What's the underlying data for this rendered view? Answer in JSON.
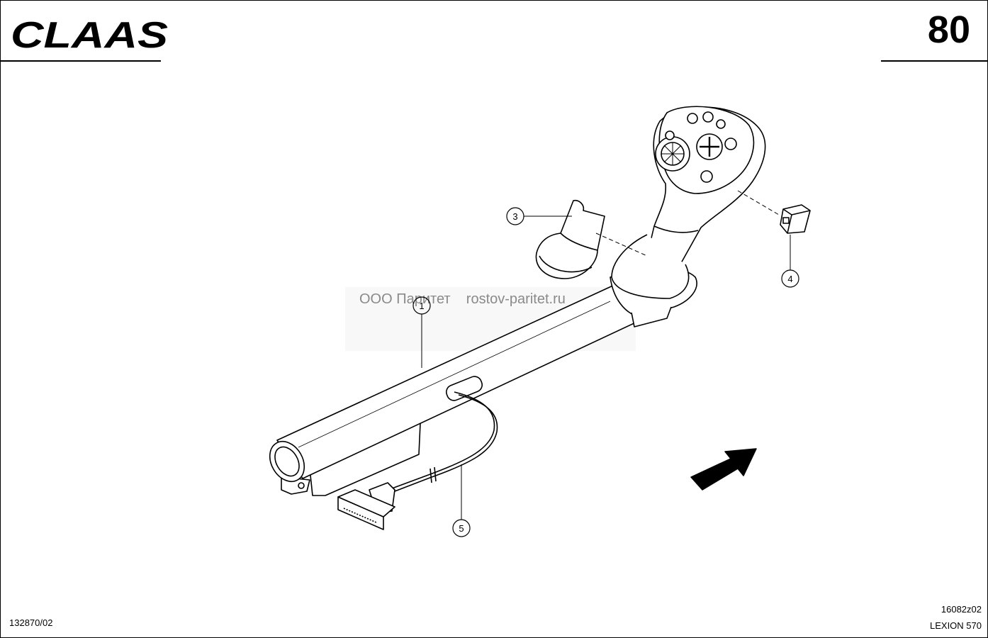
{
  "header": {
    "logo_text": "CLAAS",
    "page_number": "80"
  },
  "callouts": [
    {
      "id": "3",
      "label": "3"
    },
    {
      "id": "4",
      "label": "4"
    },
    {
      "id": "1",
      "label": "1"
    },
    {
      "id": "5",
      "label": "5"
    }
  ],
  "watermark": {
    "text": "ООО Паритет    rostov-paritet.ru"
  },
  "footer": {
    "doc_id": "132870/02",
    "drawing_code": "16082z02",
    "model": "LEXION 570"
  },
  "icons": {
    "direction": "arrow-icon"
  }
}
